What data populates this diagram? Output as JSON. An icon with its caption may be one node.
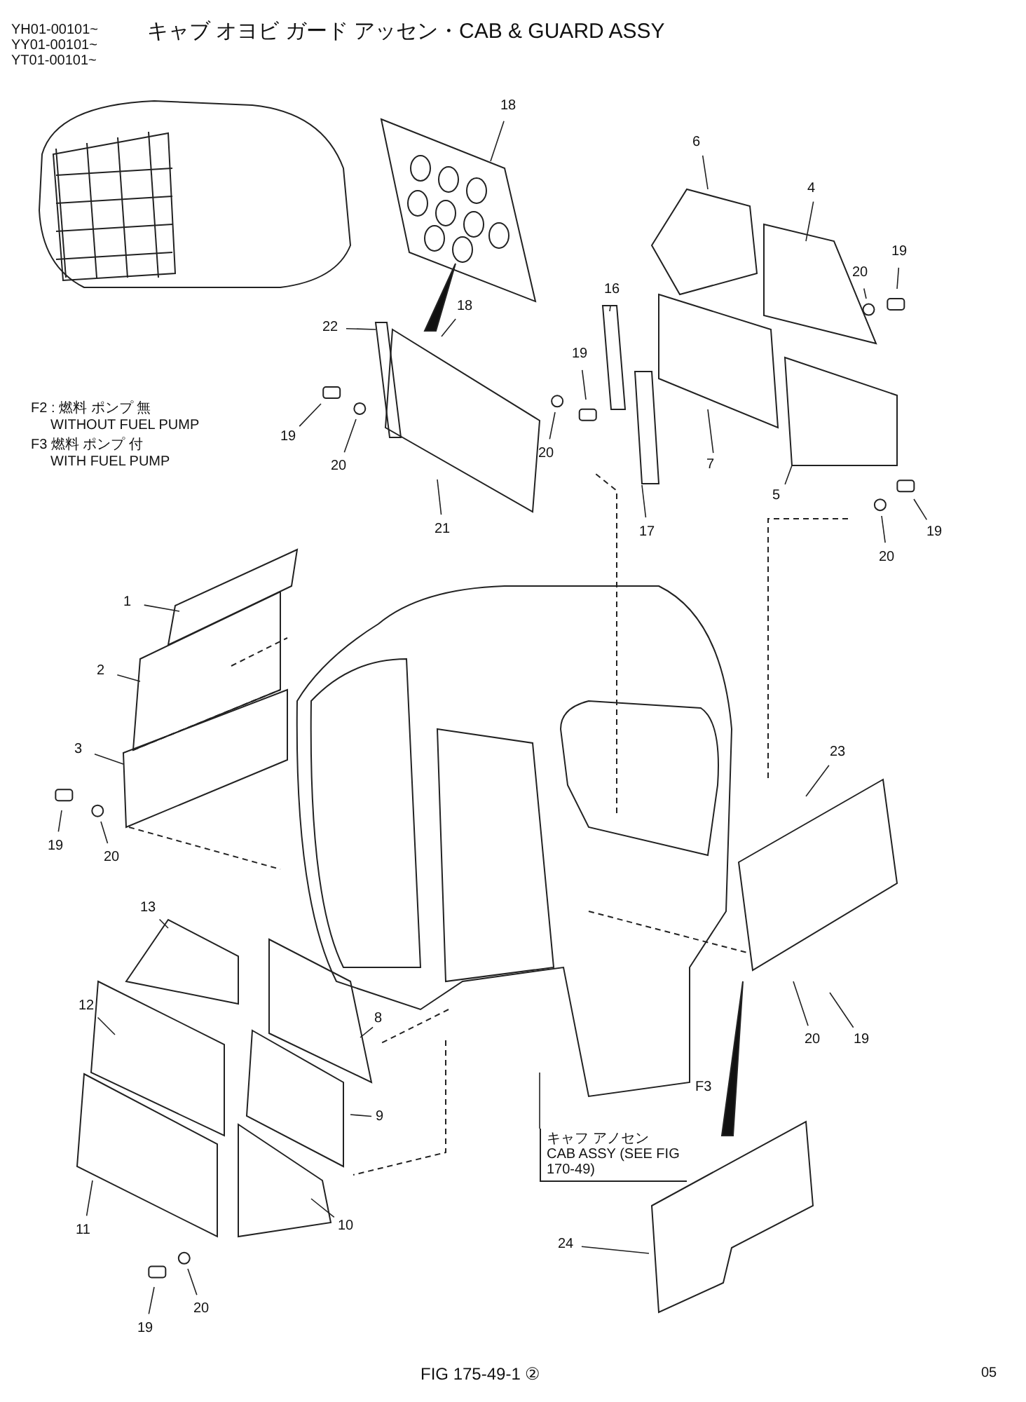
{
  "diagram": {
    "title": "キャブ オヨビ ガード アッセン・CAB & GUARD ASSY",
    "nodes": [
      {
        "text": [
          "18"
        ]
      },
      {
        "text": [
          "6"
        ]
      },
      {
        "text": [
          "4"
        ]
      },
      {
        "text": [
          "19"
        ]
      },
      {
        "text": [
          "20"
        ]
      },
      {
        "text": [
          "16"
        ]
      },
      {
        "text": [
          "22"
        ]
      },
      {
        "text": [
          "18"
        ]
      },
      {
        "text": [
          "19"
        ]
      },
      {
        "text": [
          "20"
        ]
      },
      {
        "text": [
          "19"
        ]
      },
      {
        "text": [
          "20"
        ]
      },
      {
        "text": [
          "7"
        ]
      },
      {
        "text": [
          "5"
        ]
      },
      {
        "text": [
          "17"
        ]
      },
      {
        "text": [
          "21"
        ]
      },
      {
        "text": [
          "19"
        ]
      },
      {
        "text": [
          "20"
        ]
      },
      {
        "text": [
          "1"
        ]
      },
      {
        "text": [
          "2"
        ]
      },
      {
        "text": [
          "3"
        ]
      },
      {
        "text": [
          "19"
        ]
      },
      {
        "text": [
          "20"
        ]
      },
      {
        "text": [
          "23"
        ]
      },
      {
        "text": [
          "13"
        ]
      },
      {
        "text": [
          "12"
        ]
      },
      {
        "text": [
          "8"
        ]
      },
      {
        "text": [
          "9"
        ]
      },
      {
        "text": [
          "11"
        ]
      },
      {
        "text": [
          "10"
        ]
      },
      {
        "text": [
          "24"
        ]
      },
      {
        "text": [
          "20"
        ]
      },
      {
        "text": [
          "19"
        ]
      },
      {
        "text": [
          "19"
        ]
      },
      {
        "text": [
          "20"
        ]
      },
      {
        "text": [
          "キャフ アノセン CAB ASSY (SEE FIG 170-49)"
        ]
      }
    ],
    "edges": [
      {
        "from": 0,
        "to": null,
        "arrow": "none"
      },
      {
        "from": 1,
        "to": null,
        "arrow": "none"
      },
      {
        "from": 2,
        "to": null,
        "arrow": "none"
      },
      {
        "from": 3,
        "to": null,
        "arrow": "none"
      },
      {
        "from": 4,
        "to": null,
        "arrow": "none"
      },
      {
        "from": 5,
        "to": null,
        "arrow": "none"
      },
      {
        "from": 6,
        "to": null,
        "arrow": "none"
      },
      {
        "from": 7,
        "to": null,
        "arrow": "none"
      },
      {
        "from": 8,
        "to": null,
        "arrow": "none"
      },
      {
        "from": 9,
        "to": null,
        "arrow": "none"
      },
      {
        "from": 10,
        "to": null,
        "arrow": "none"
      },
      {
        "from": 11,
        "to": null,
        "arrow": "none"
      },
      {
        "from": 12,
        "to": null,
        "arrow": "none"
      },
      {
        "from": 13,
        "to": null,
        "arrow": "none"
      },
      {
        "from": 14,
        "to": null,
        "arrow": "none"
      },
      {
        "from": 15,
        "to": null,
        "arrow": "none"
      },
      {
        "from": 16,
        "to": null,
        "arrow": "none"
      },
      {
        "from": 17,
        "to": null,
        "arrow": "none"
      },
      {
        "from": 18,
        "to": null,
        "arrow": "none"
      },
      {
        "from": 19,
        "to": null,
        "arrow": "none"
      },
      {
        "from": 20,
        "to": null,
        "arrow": "none"
      },
      {
        "from": 21,
        "to": null,
        "arrow": "none"
      },
      {
        "from": 22,
        "to": null,
        "arrow": "none"
      },
      {
        "from": 23,
        "to": null,
        "arrow": "none"
      },
      {
        "from": 24,
        "to": null,
        "arrow": "none"
      },
      {
        "from": 25,
        "to": null,
        "arrow": "none"
      },
      {
        "from": 26,
        "to": null,
        "arrow": "none"
      },
      {
        "from": 27,
        "to": null,
        "arrow": "none"
      },
      {
        "from": 28,
        "to": null,
        "arrow": "none"
      },
      {
        "from": 29,
        "to": null,
        "arrow": "none"
      },
      {
        "from": 30,
        "to": null,
        "arrow": "none"
      },
      {
        "from": 31,
        "to": null,
        "arrow": "none"
      },
      {
        "from": 32,
        "to": null,
        "arrow": "none"
      },
      {
        "from": 33,
        "to": null,
        "arrow": "none"
      },
      {
        "from": 34,
        "to": null,
        "arrow": "none"
      },
      {
        "from": 35,
        "to": null,
        "arrow": "none"
      }
    ],
    "labels": [
      "YH01-00101~",
      "YY01-00101~",
      "YT01-00101~",
      "F2 : 燃料 ポンプ 無",
      "WITHOUT FUEL PUMP",
      "F3 燃料 ポンプ 付",
      "WITH FUEL PUMP",
      "F3",
      "FIG 175-49-1 ②",
      "05"
    ]
  }
}
